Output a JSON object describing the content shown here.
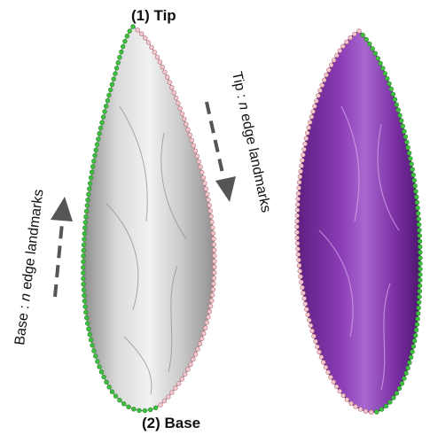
{
  "labels": {
    "tip": "(1) Tip",
    "base": "(2) Base",
    "tip_edge_prefix": "Tip : ",
    "tip_edge_italic": "n",
    "tip_edge_suffix": " edge landmarks",
    "base_edge_prefix": "Base : ",
    "base_edge_italic": "n",
    "base_edge_suffix": " edge landmarks"
  },
  "colors": {
    "base_edge_landmarks": "#3fbf3f",
    "tip_edge_landmarks": "#f2c8cf",
    "tip_landmark_stroke": "#b9707c",
    "grey_artifact": "#bfbfbf",
    "purple_artifact": "#7a2ea3",
    "arrow": "#555555"
  },
  "icons": {
    "arrow_down": "dashed-arrow-down-icon",
    "arrow_up": "dashed-arrow-up-icon"
  }
}
